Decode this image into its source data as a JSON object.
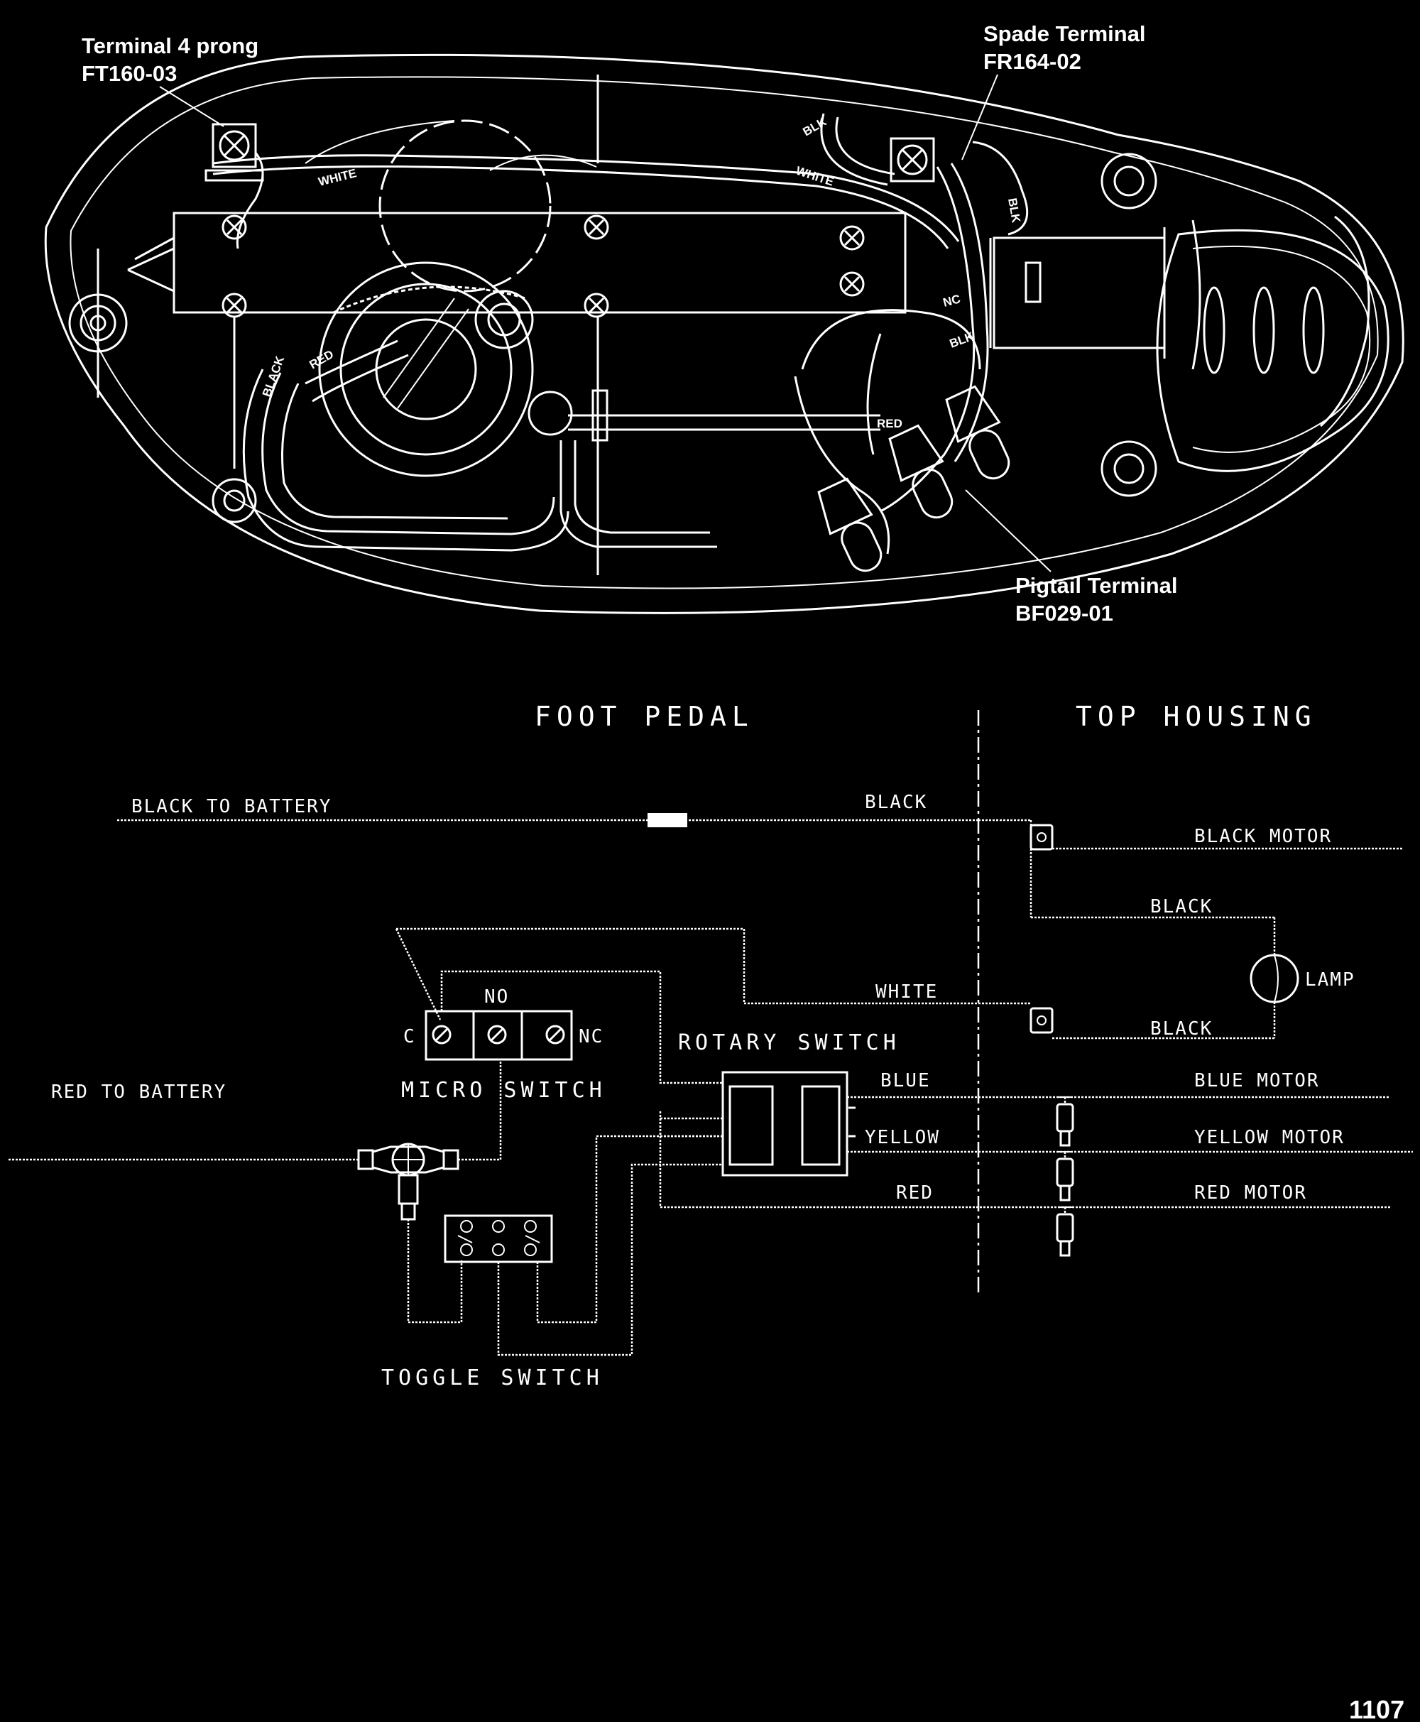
{
  "callouts": {
    "terminal_4_prong": [
      "Terminal 4 prong",
      "FT160-03"
    ],
    "spade_terminal": [
      "Spade Terminal",
      "FR164-02"
    ],
    "pigtail_terminal": [
      "Pigtail Terminal",
      "BF029-01"
    ]
  },
  "housing_wire_labels": {
    "white_left": "WHITE",
    "white_right": "WHITE",
    "blk_top": "BLK",
    "blk_right": "BLK",
    "blk_lower": "BLK",
    "black": "BLACK",
    "red_left": "RED",
    "red_right": "RED",
    "nc": "NC"
  },
  "schematic": {
    "section_foot_pedal": "FOOT PEDAL",
    "section_top_housing": "TOP HOUSING",
    "wires": {
      "black_to_battery": "BLACK TO BATTERY",
      "black": "BLACK",
      "black_motor": "BLACK MOTOR",
      "black_lamp_top": "BLACK",
      "black_lamp_bottom": "BLACK",
      "lamp": "LAMP",
      "white": "WHITE",
      "rotary_switch": "ROTARY SWITCH",
      "blue": "BLUE",
      "blue_motor": "BLUE MOTOR",
      "yellow": "YELLOW",
      "yellow_motor": "YELLOW MOTOR",
      "red": "RED",
      "red_motor": "RED MOTOR",
      "red_to_battery": "RED TO BATTERY"
    },
    "micro_switch": {
      "label": "MICRO SWITCH",
      "c": "C",
      "no": "NO",
      "nc": "NC"
    },
    "toggle_switch": "TOGGLE SWITCH"
  },
  "page_number": "1107"
}
